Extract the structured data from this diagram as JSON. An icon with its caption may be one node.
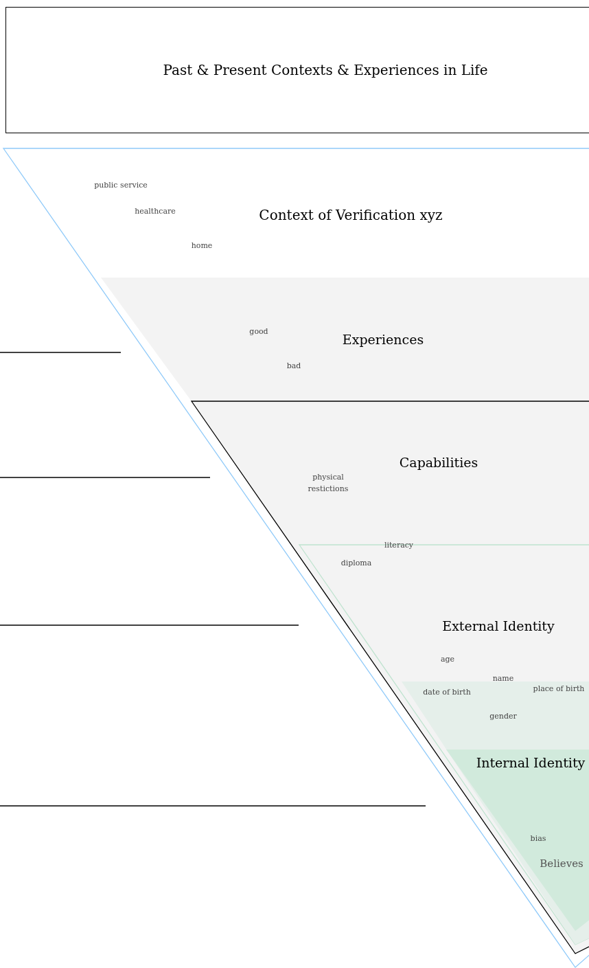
{
  "diagram": {
    "nodes": [
      {
        "text": [
          "Past & Present Contexts & Experiences in Life"
        ]
      },
      {
        "text": [
          "Context of Verification xyz",
          "public service",
          "healthcare",
          "home"
        ]
      },
      {
        "text": [
          "Experiences",
          "good",
          "bad"
        ],
        "in": 1
      },
      {
        "text": [
          "Capabilities",
          "physical restictions"
        ],
        "in": 1
      },
      {
        "text": [
          "External Identity",
          "literacy",
          "diploma",
          "age",
          "name",
          "date of birth",
          "place of birth",
          "gender"
        ],
        "in": 3
      },
      {
        "text": [
          "Internal Identity",
          "bias",
          "Believes"
        ],
        "in": 4
      }
    ]
  }
}
